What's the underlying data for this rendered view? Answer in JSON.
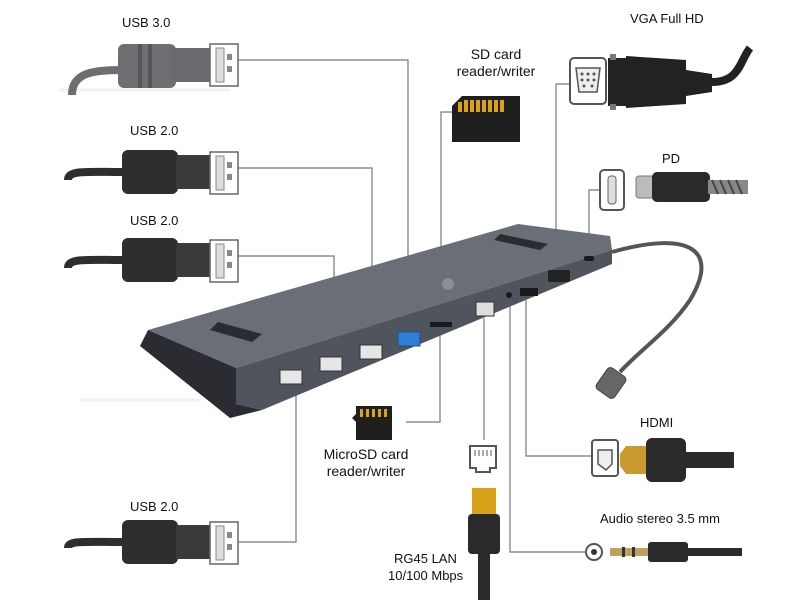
{
  "labels": {
    "usb30": "USB 3.0",
    "usb20_a": "USB 2.0",
    "usb20_b": "USB 2.0",
    "usb20_c": "USB 2.0",
    "sd_line1": "SD card",
    "sd_line2": "reader/writer",
    "vga": "VGA Full HD",
    "pd": "PD",
    "hdmi": "HDMI",
    "microsd_line1": "MicroSD card",
    "microsd_line2": "reader/writer",
    "audio": "Audio stereo 3.5 mm",
    "lan_line1": "RG45 LAN",
    "lan_line2": "10/100 Mbps"
  },
  "colors": {
    "dock_body": "#5f636b",
    "dock_dark": "#2c2e33",
    "connector": "#2e2e30",
    "usb3_connector": "#6e6e72",
    "usb3_port": "#2f7fd6",
    "callout_line": "#777777",
    "sd_card_gold": "#d9a21a"
  }
}
